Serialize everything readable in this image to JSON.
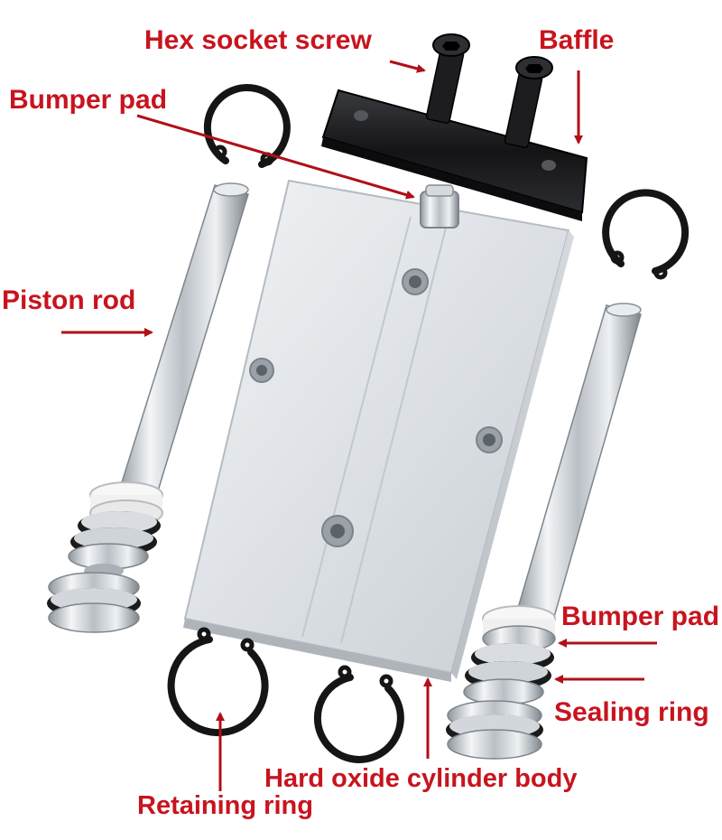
{
  "labels": {
    "hex_socket_screw": "Hex socket screw",
    "baffle": "Baffle",
    "bumper_pad_top": "Bumper pad",
    "piston_rod": "Piston rod",
    "bumper_pad_right": "Bumper pad",
    "sealing_ring": "Sealing ring",
    "hard_oxide_cylinder_body": "Hard oxide cylinder body",
    "retaining_ring": "Retaining ring"
  },
  "colors": {
    "label_red": "#c8141e",
    "arrow_red": "#b01018",
    "aluminum": "#dfe2e5",
    "baffle_black": "#1a1a1c",
    "ring_black": "#151515",
    "chrome": "#c9ced3"
  }
}
